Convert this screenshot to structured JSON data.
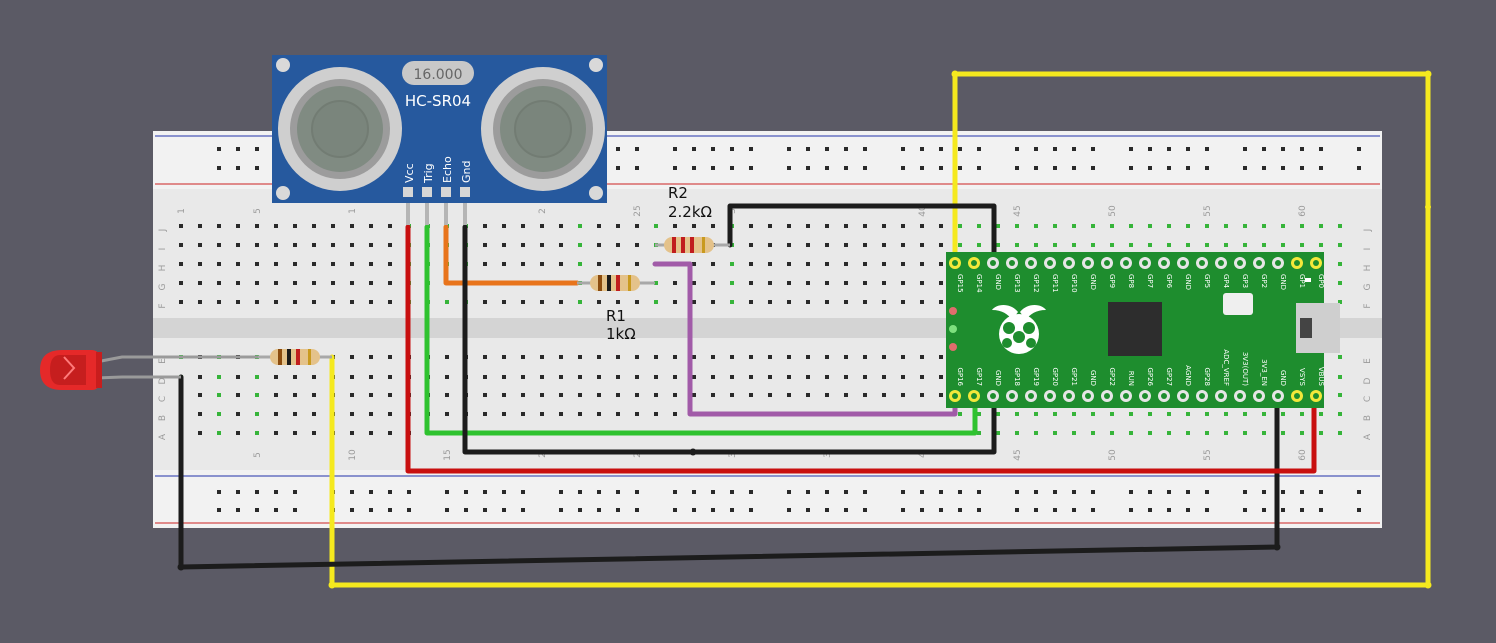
{
  "sensor": {
    "name": "HC-SR04",
    "crystal": "16.000",
    "pins": [
      "Vcc",
      "Trig",
      "Echo",
      "Gnd"
    ]
  },
  "resistors": {
    "r1": {
      "name": "R1",
      "value": "1kΩ"
    },
    "r2": {
      "name": "R2",
      "value": "2.2kΩ"
    }
  },
  "breadboard": {
    "rows": [
      "J",
      "I",
      "H",
      "G",
      "F",
      "E",
      "D",
      "C",
      "B",
      "A"
    ],
    "top_numbers": [
      "1",
      "5",
      "1",
      "2",
      "25",
      "3",
      "40",
      "45",
      "50",
      "55",
      "60"
    ],
    "bottom_numbers": [
      "5",
      "10",
      "15",
      "2",
      "2",
      "3",
      "3",
      "4",
      "45",
      "50",
      "55",
      "60"
    ]
  },
  "pico": {
    "top_pins": [
      "GP15",
      "GP14",
      "GND",
      "GP13",
      "GP12",
      "GP11",
      "GP10",
      "GND",
      "GP9",
      "GP8",
      "GP7",
      "GP6",
      "GND",
      "GP5",
      "GP4",
      "GP3",
      "GP2",
      "GND",
      "GP1",
      "GP0"
    ],
    "bottom_pins": [
      "GP16",
      "GP17",
      "GND",
      "GP18",
      "GP19",
      "GP20",
      "GP21",
      "GND",
      "GP22",
      "RUN",
      "GP26",
      "GP27",
      "AGND",
      "GP28",
      "ADC_VREF",
      "3V3(OUT)",
      "3V3_EN",
      "GND",
      "VSYS",
      "VBUS"
    ]
  },
  "colors": {
    "background": "#5b5a65",
    "wire_red": "#c80f0f",
    "wire_black": "#1c1c1c",
    "wire_green": "#2fc22f",
    "wire_yellow": "#f5e91e",
    "wire_orange": "#e8741b",
    "wire_purple": "#a15ba8",
    "board_green": "#1e8d2e",
    "sensor_blue": "#26599e"
  }
}
